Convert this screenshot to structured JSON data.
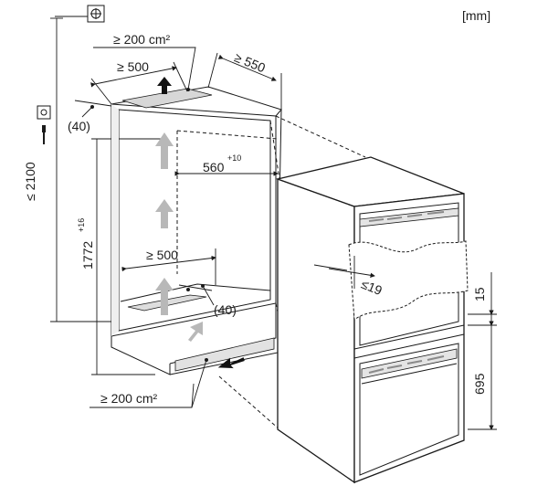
{
  "units": "[mm]",
  "labels": {
    "top_vent_area": "≥ 200 cm²",
    "top_depth_min": "≥ 500",
    "depth_550": "≥ 550",
    "clearance_top": "(40)",
    "total_height": "≤ 2100",
    "niche_width": "560",
    "niche_width_tol": "+10",
    "niche_height": "1772",
    "niche_height_tol": "+16",
    "inner_depth_min": "≥ 500",
    "clearance_bottom": "(40)",
    "bottom_vent_area": "≥ 200 cm²",
    "door_gap": "≤19",
    "dim_15": "15",
    "dim_695": "695"
  }
}
